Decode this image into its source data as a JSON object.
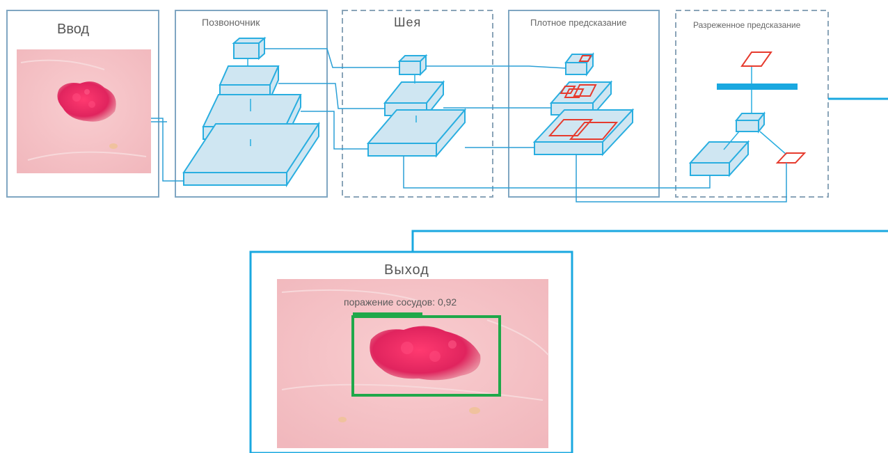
{
  "panels": {
    "input": {
      "title": "Ввод"
    },
    "backbone": {
      "title": "Позвоночник"
    },
    "neck": {
      "title": "Шея"
    },
    "dense": {
      "title": "Плотное предсказание"
    },
    "sparse": {
      "title": "Разреженное предсказание"
    },
    "output": {
      "title": "Выход",
      "detection_label": "поражение сосудов: 0,92",
      "confidence": 0.92
    }
  },
  "colors": {
    "block_stroke": "#29aee0",
    "block_fill": "#cfe6f2",
    "connector": "#2a9fd6",
    "proposal_box": "#e63b2e",
    "detection_box": "#1fa84a",
    "lesion": "#e0245e",
    "skin": "#f4c3c6"
  }
}
